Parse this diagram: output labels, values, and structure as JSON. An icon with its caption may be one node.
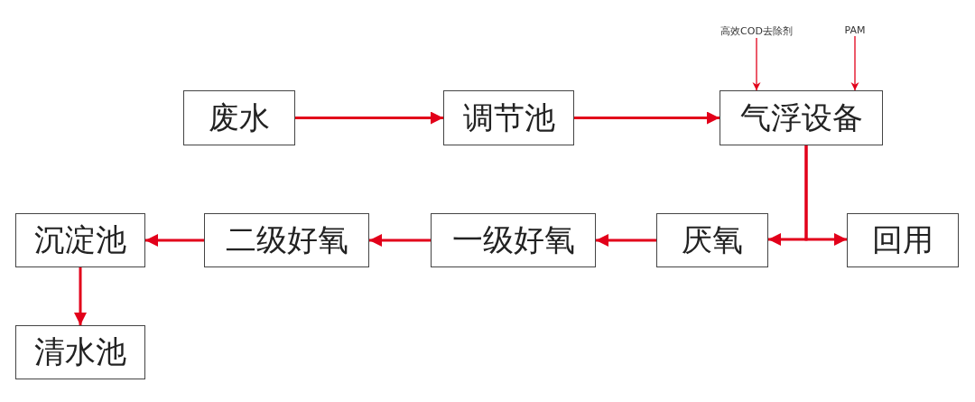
{
  "diagram": {
    "nodes": [
      {
        "text": [
          "高效COD去除剂"
        ]
      },
      {
        "text": [
          "PAM"
        ]
      },
      {
        "text": [
          "废水"
        ]
      },
      {
        "text": [
          "调节池"
        ]
      },
      {
        "text": [
          "气浮设备"
        ]
      },
      {
        "text": [
          "沉淀池"
        ]
      },
      {
        "text": [
          "二级好氧"
        ]
      },
      {
        "text": [
          "一级好氧"
        ]
      },
      {
        "text": [
          "厌氧"
        ]
      },
      {
        "text": [
          "回用"
        ]
      },
      {
        "text": [
          "清水池"
        ]
      }
    ],
    "edges": [
      {
        "from": 0,
        "to": 4,
        "arrow": "to"
      },
      {
        "from": 1,
        "to": 4,
        "arrow": "to"
      },
      {
        "from": 2,
        "to": 3,
        "arrow": "to"
      },
      {
        "from": 3,
        "to": 4,
        "arrow": "to"
      },
      {
        "from": 4,
        "to": 8,
        "arrow": "to"
      },
      {
        "from": 4,
        "to": 9,
        "arrow": "to"
      },
      {
        "from": 8,
        "to": 7,
        "arrow": "to"
      },
      {
        "from": 7,
        "to": 6,
        "arrow": "to"
      },
      {
        "from": 6,
        "to": 5,
        "arrow": "to"
      },
      {
        "from": 5,
        "to": 10,
        "arrow": "to"
      }
    ]
  }
}
